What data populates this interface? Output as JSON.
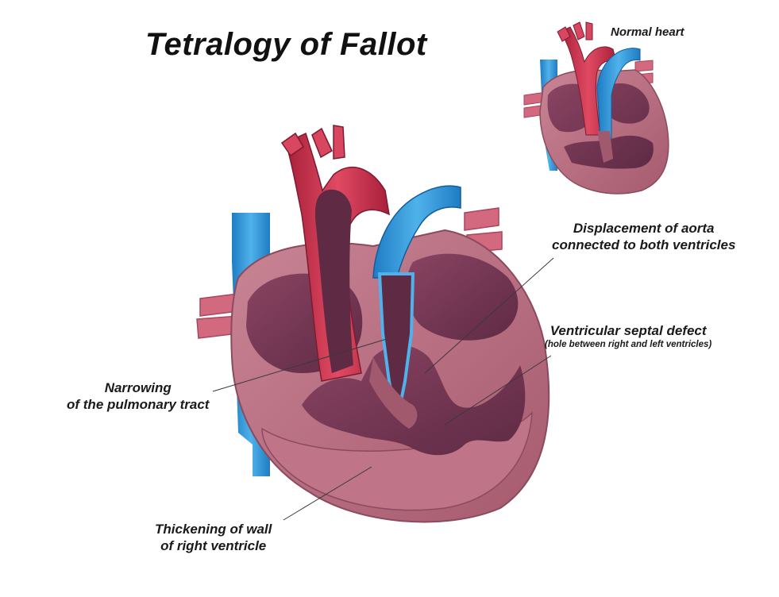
{
  "title": "Tetralogy of Fallot",
  "labels": {
    "normal_heart": "Normal heart",
    "aorta": {
      "line1": "Displacement of aorta",
      "line2": "connected to both ventricles"
    },
    "vsd": {
      "line1": "Ventricular septal defect",
      "line2": "(hole between right and left ventricles)"
    },
    "pulmonary": {
      "line1": "Narrowing",
      "line2": "of the pulmonary tract"
    },
    "thickening": {
      "line1": "Thickening of wall",
      "line2": "of right ventricle"
    }
  },
  "colors": {
    "muscle": "#b56b7e",
    "muscle_light": "#c98595",
    "muscle_dark": "#7d3c53",
    "chamber": "#6e3550",
    "artery_red": "#c9304a",
    "vein_blue": "#2b8fd6",
    "vein_blue_light": "#6bc3ee"
  }
}
